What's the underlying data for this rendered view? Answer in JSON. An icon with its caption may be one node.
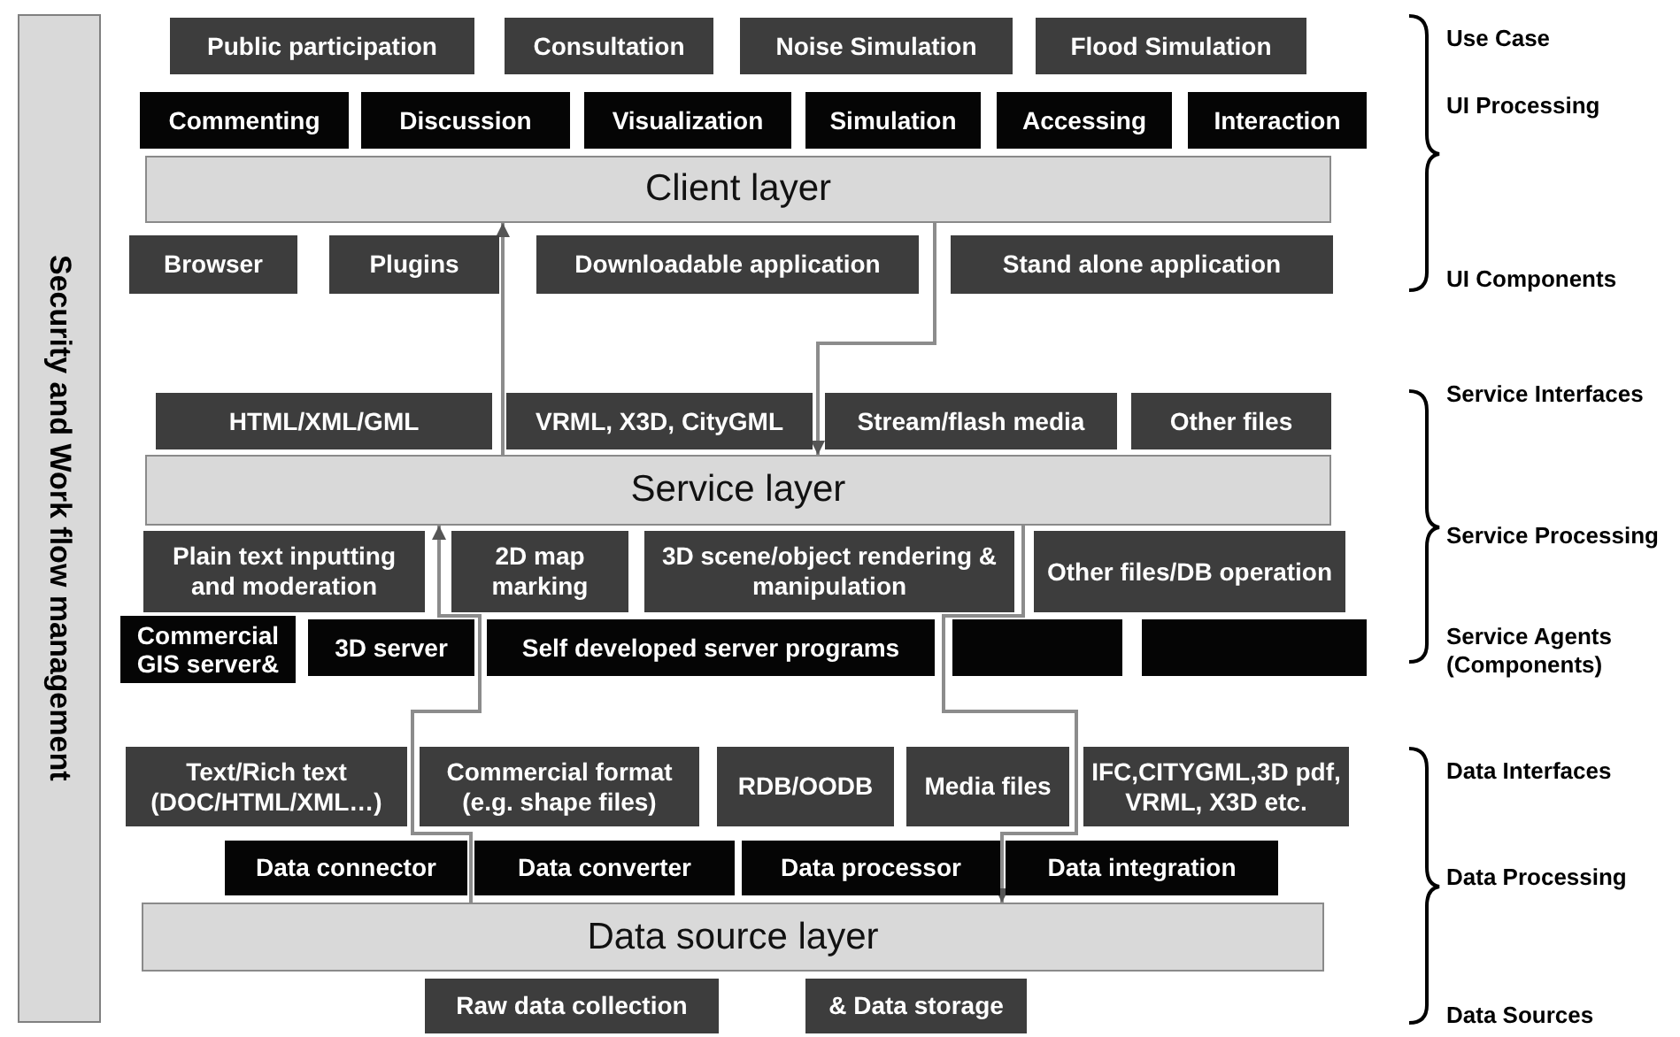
{
  "diagram": {
    "nodes": [
      {
        "text": [
          "Security and Work flow management"
        ]
      },
      {
        "text": [
          "Public participation"
        ]
      },
      {
        "text": [
          "Consultation"
        ]
      },
      {
        "text": [
          "Noise Simulation"
        ]
      },
      {
        "text": [
          "Flood Simulation"
        ]
      },
      {
        "text": [
          "Commenting"
        ]
      },
      {
        "text": [
          "Discussion"
        ]
      },
      {
        "text": [
          "Visualization"
        ]
      },
      {
        "text": [
          "Simulation"
        ]
      },
      {
        "text": [
          "Accessing"
        ]
      },
      {
        "text": [
          "Interaction"
        ]
      },
      {
        "text": [
          "Client layer"
        ]
      },
      {
        "text": [
          "Browser"
        ]
      },
      {
        "text": [
          "Plugins"
        ]
      },
      {
        "text": [
          "Downloadable application"
        ]
      },
      {
        "text": [
          "Stand alone application"
        ]
      },
      {
        "text": [
          "HTML/XML/GML"
        ]
      },
      {
        "text": [
          "VRML, X3D, CityGML"
        ]
      },
      {
        "text": [
          "Stream/flash media"
        ]
      },
      {
        "text": [
          "Other files"
        ]
      },
      {
        "text": [
          "Service layer"
        ]
      },
      {
        "text": [
          "Plain text inputting and moderation"
        ]
      },
      {
        "text": [
          "2D map marking"
        ]
      },
      {
        "text": [
          "3D scene/object rendering & manipulation"
        ]
      },
      {
        "text": [
          "Other files/DB operation"
        ]
      },
      {
        "text": [
          "Commercial GIS server&"
        ]
      },
      {
        "text": [
          "3D server"
        ]
      },
      {
        "text": [
          "Self developed server programs"
        ]
      },
      {
        "text": [],
        "shape": "box"
      },
      {
        "text": [],
        "shape": "box"
      },
      {
        "text": [
          "Text/Rich text (DOC/HTML/XML…)"
        ]
      },
      {
        "text": [
          "Commercial format (e.g. shape files)"
        ]
      },
      {
        "text": [
          "RDB/OODB"
        ]
      },
      {
        "text": [
          "Media files"
        ]
      },
      {
        "text": [
          "IFC,CITYGML,3D pdf, VRML, X3D etc."
        ]
      },
      {
        "text": [
          "Data connector"
        ]
      },
      {
        "text": [
          "Data converter"
        ]
      },
      {
        "text": [
          "Data processor"
        ]
      },
      {
        "text": [
          "Data integration"
        ]
      },
      {
        "text": [
          "Data source layer"
        ]
      },
      {
        "text": [
          "Raw data collection"
        ]
      },
      {
        "text": [
          "& Data storage"
        ]
      }
    ],
    "edges": [
      {
        "from": 39,
        "to": 20,
        "arrow": "to"
      },
      {
        "from": 20,
        "to": 11,
        "arrow": "to"
      },
      {
        "from": 11,
        "to": 20,
        "arrow": "to"
      },
      {
        "from": 20,
        "to": 39,
        "arrow": "to"
      }
    ],
    "labels": [
      "Use Case",
      "UI Processing",
      "UI Components",
      "Service Interfaces",
      "Service Processing",
      "Service Agents (Components)",
      "Data Interfaces",
      "Data Processing",
      "Data Sources"
    ]
  }
}
